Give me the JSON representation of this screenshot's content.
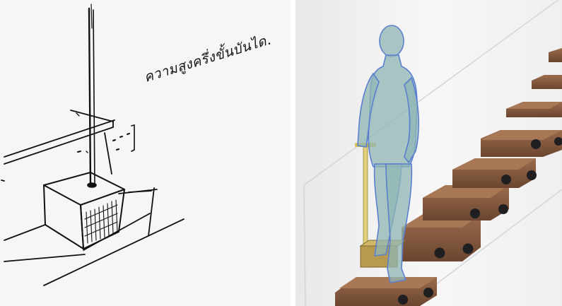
{
  "sketch": {
    "annotation": "ความสูงครึ่งขั้นบันได."
  },
  "colors": {
    "ink": "#111111",
    "paper": "#f6f6f4",
    "wall": "#f2f2f2",
    "tread_wood": "#7a5238",
    "tread_wood_light": "#9a6c4c",
    "bolt": "#1f1f22",
    "figure_fill": "#8fb5b4",
    "figure_edge": "#5a7fd0",
    "cane_yellow": "#d7c35a",
    "step_box": "#b89a4e"
  },
  "icons": {
    "left": "hand-sketch-cane-step",
    "right": "person-silhouette-with-cane"
  }
}
